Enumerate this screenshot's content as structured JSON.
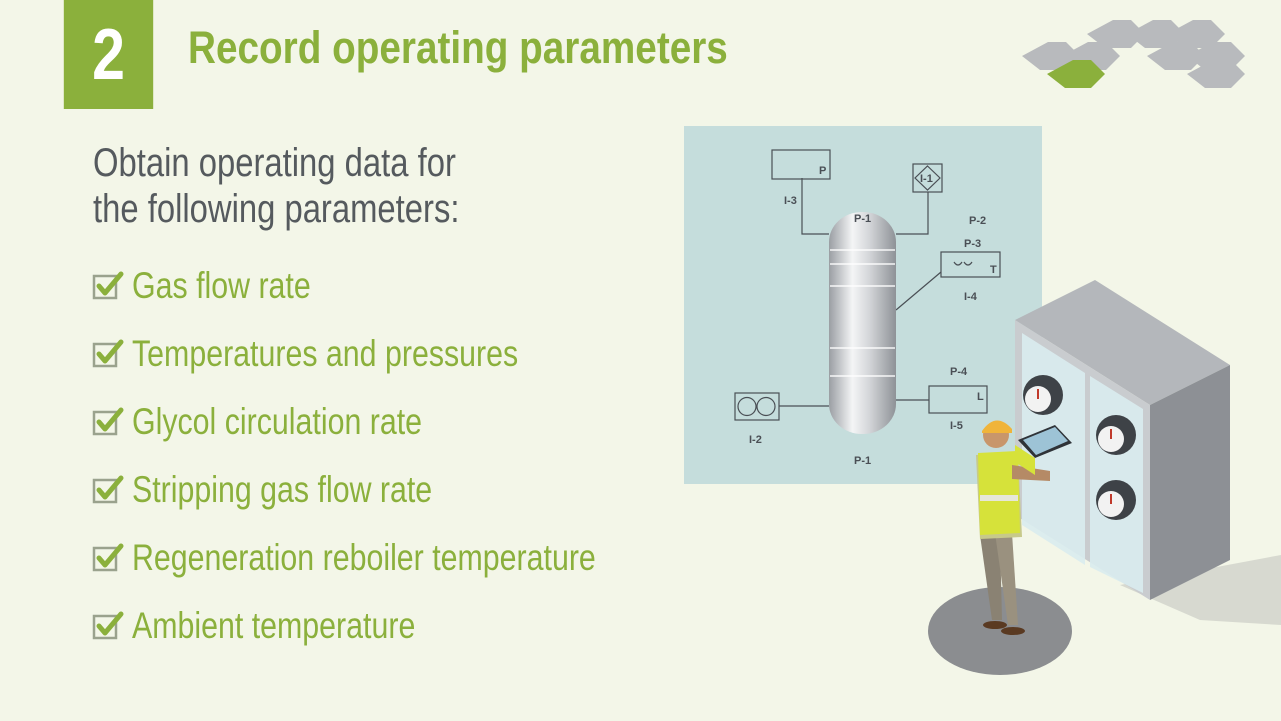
{
  "step": {
    "number": "2",
    "title": "Record operating parameters"
  },
  "intro": {
    "line1": "Obtain operating data for",
    "line2": "the following parameters:"
  },
  "checklist": {
    "items": [
      "Gas flow rate",
      "Temperatures and pressures",
      "Glycol circulation rate",
      "Stripping gas flow rate",
      "Regeneration reboiler temperature",
      "Ambient temperature"
    ]
  },
  "diagram": {
    "labels": {
      "p1_top": "P-1",
      "p1_bottom": "P-1",
      "p2": "P-2",
      "p3": "P-3",
      "p4": "P-4",
      "i1": "I-1",
      "i2": "I-2",
      "i3": "I-3",
      "i4": "I-4",
      "i5": "I-5",
      "p_box": "P",
      "t_box": "T",
      "l_box": "L"
    }
  },
  "colors": {
    "accent": "#8bb03c",
    "background": "#f3f6e8",
    "diagram_bg": "#c5dddc",
    "text_gray": "#555a5e",
    "logo_gray": "#b8babd"
  },
  "icons": [
    "checkbox-check-icon",
    "company-logo",
    "pid-diagram",
    "technician-illustration"
  ]
}
